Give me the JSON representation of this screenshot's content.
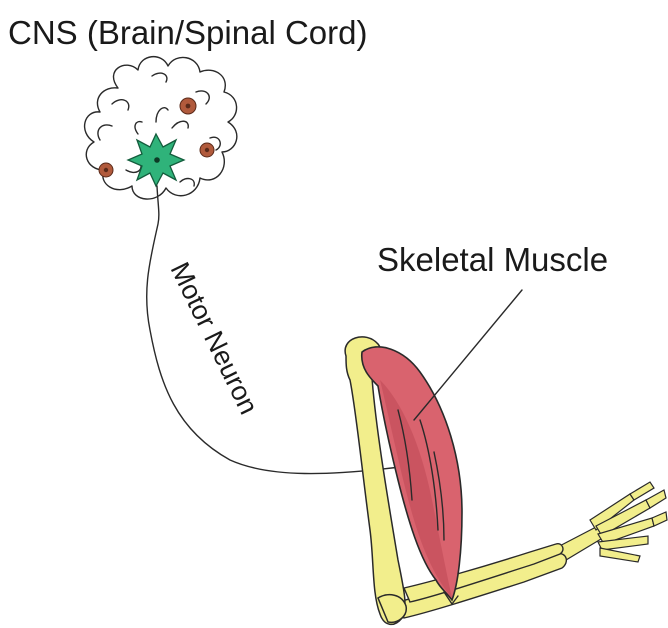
{
  "labels": {
    "cns": "CNS (Brain/Spinal Cord)",
    "skeletal_muscle": "Skeletal Muscle",
    "motor_neuron": "Motor Neuron"
  },
  "colors": {
    "neuron_green": "#2fb37a",
    "cell_brown": "#b15a3c",
    "muscle_red": "#d9636e",
    "muscle_dark": "#b8434f",
    "bone_yellow": "#f2ee8c",
    "bone_edge": "#c9c25a",
    "outline": "#2a2a2a",
    "text": "#1a1a1a"
  }
}
